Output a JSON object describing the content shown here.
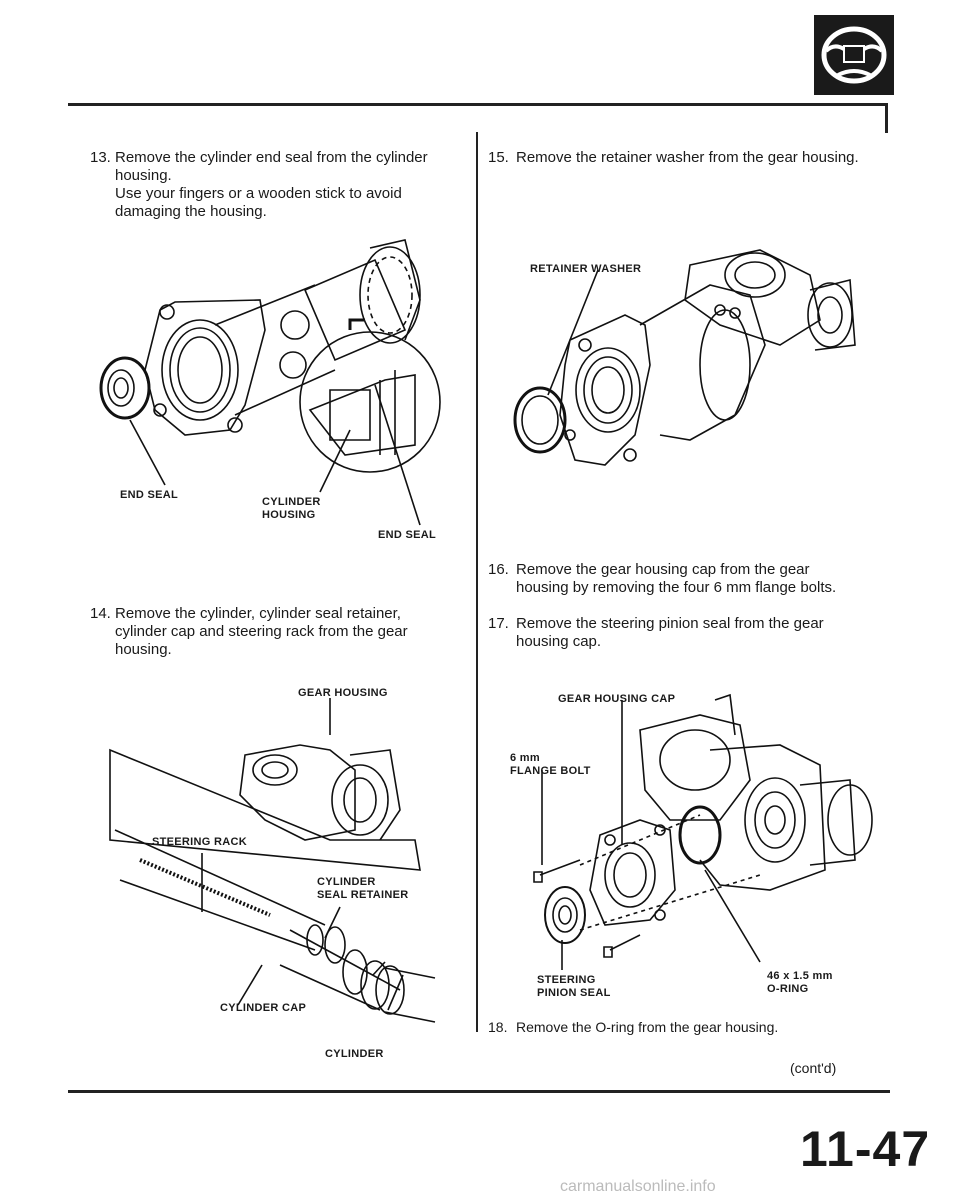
{
  "steps": {
    "s13": {
      "num": "13.",
      "lines": [
        "Remove the cylinder end seal from the cylinder",
        "housing.",
        "Use your fingers or a wooden stick to avoid",
        "damaging the housing."
      ]
    },
    "s14": {
      "num": "14.",
      "lines": [
        "Remove the cylinder, cylinder seal retainer,",
        "cylinder cap and steering rack from the gear",
        "housing."
      ]
    },
    "s15": {
      "num": "15.",
      "lines": [
        "Remove the retainer washer from the gear housing."
      ]
    },
    "s16": {
      "num": "16.",
      "lines": [
        "Remove the gear housing cap from the gear",
        "housing by removing the four 6 mm flange bolts."
      ]
    },
    "s17": {
      "num": "17.",
      "lines": [
        "Remove the steering pinion seal from the gear",
        "housing cap."
      ]
    },
    "s18": {
      "num": "18.",
      "lines": [
        "Remove the O-ring from the gear housing."
      ]
    }
  },
  "labels": {
    "end_seal_left": "END SEAL",
    "cylinder_housing": [
      "CYLINDER",
      "HOUSING"
    ],
    "end_seal_right": "END SEAL",
    "retainer_washer": "RETAINER WASHER",
    "gear_housing": "GEAR HOUSING",
    "steering_rack": "STEERING RACK",
    "cylinder_seal_retainer": [
      "CYLINDER",
      "SEAL RETAINER"
    ],
    "cylinder_cap": "CYLINDER CAP",
    "cylinder": "CYLINDER",
    "gear_housing_cap": "GEAR HOUSING CAP",
    "flange_bolt": [
      "6 mm",
      "FLANGE BOLT"
    ],
    "steering_pinion_seal": [
      "STEERING",
      "PINION SEAL"
    ],
    "o_ring": [
      "46 x 1.5 mm",
      "O-RING"
    ]
  },
  "footer": {
    "contd": "(cont'd)",
    "page_number": "11-47",
    "watermark": "carmanualsonline.info"
  },
  "icons": {
    "section_logo": "steering-wheel-icon"
  }
}
